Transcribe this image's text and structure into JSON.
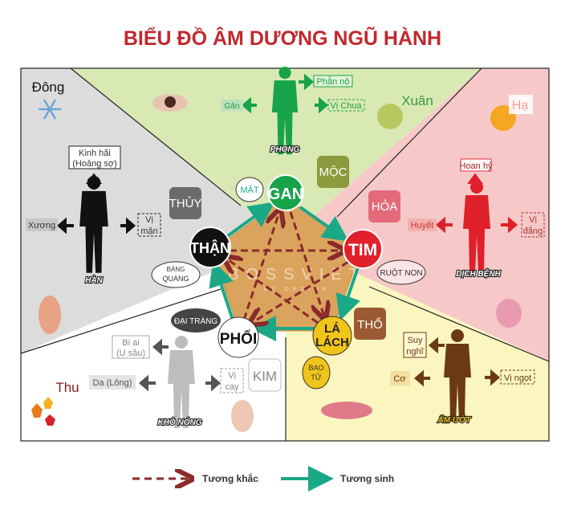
{
  "title": "BIỂU ĐỒ ÂM DƯƠNG NGŨ HÀNH",
  "colors": {
    "title": "#c0282d",
    "wood": "#17a34a",
    "fire": "#e0202a",
    "earth": "#f0c419",
    "metal": "#ffffff",
    "water": "#000000",
    "sinh": "#1aa887",
    "khac": "#8b2a2a"
  },
  "seasons": {
    "winter": "Đông",
    "spring": "Xuân",
    "summer": "Hạ",
    "autumn": "Thu"
  },
  "elements": {
    "wood": "MỘC",
    "water": "THỦY",
    "fire": "HỎA",
    "earth": "THỔ",
    "metal": "KIM"
  },
  "organs": {
    "liver": "GAN",
    "heart": "TIM",
    "spleen_1": "LÁ",
    "spleen_2": "LÁCH",
    "lung": "PHỔI",
    "kidney": "THẬN"
  },
  "secondary_organs": {
    "gallbladder": "MẬT",
    "small_intestine": "RUỘT NON",
    "bladder_1": "BÀNG",
    "bladder_2": "QUANG",
    "large_intestine": "ĐẠI TRÀNG",
    "stomach_1": "BAO",
    "stomach_2": "TỬ"
  },
  "figures": {
    "wood": {
      "label": "PHONG",
      "emotion": "Phẫn nộ",
      "tissue": "Gân",
      "taste": "Vị Chua"
    },
    "water": {
      "label": "HÀN",
      "emotion_1": "Kinh hãi",
      "emotion_2": "(Hoảng sợ)",
      "tissue": "Xương",
      "taste_1": "Vị",
      "taste_2": "mặn"
    },
    "fire": {
      "label": "DỊCH BỆNH",
      "emotion": "Hoan hỷ",
      "tissue": "Huyết",
      "taste_1": "Vị",
      "taste_2": "đắng"
    },
    "metal": {
      "label": "KHÔ NÓNG",
      "emotion_1": "Bi ai",
      "emotion_2": "(U sầu)",
      "tissue": "Da (Lông)",
      "taste_1": "Vị",
      "taste_2": "cay"
    },
    "earth": {
      "label": "ẨM ƯỚT",
      "emotion_1": "Suy",
      "emotion_2": "nghĩ",
      "tissue": "Cơ",
      "taste": "Vị ngọt"
    }
  },
  "watermark": {
    "main": "BOSSVIET",
    "sub": "BY DESIGN"
  },
  "legend": {
    "khac": "Tương khắc",
    "sinh": "Tương sinh"
  }
}
